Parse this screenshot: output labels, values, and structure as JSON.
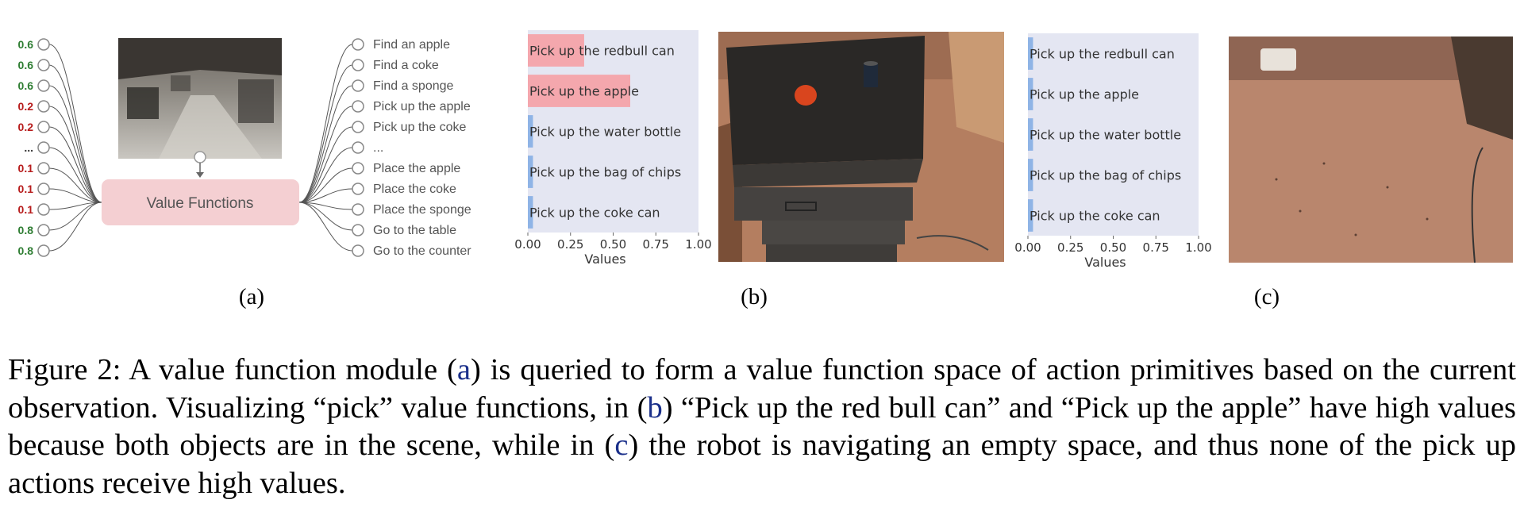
{
  "figure_a": {
    "left_values": [
      "0.6",
      "0.6",
      "0.6",
      "0.2",
      "0.2",
      "...",
      "0.1",
      "0.1",
      "0.1",
      "0.8",
      "0.8"
    ],
    "module_label": "Value Functions",
    "actions": [
      "Find an apple",
      "Find a coke",
      "Find a sponge",
      "Pick up the apple",
      "Pick up the coke",
      "...",
      "Place the apple",
      "Place the coke",
      "Place the sponge",
      "Go to the table",
      "Go to the counter"
    ],
    "colors": {
      "high": "#2e7d32",
      "low": "#b71c1c",
      "module_fill": "#f4cfd2",
      "module_text": "#555555"
    },
    "image": "cafeteria-interior-photo"
  },
  "panel_labels": {
    "a": "(a)",
    "b": "(b)",
    "c": "(c)"
  },
  "chart_data": [
    {
      "type": "bar",
      "orientation": "horizontal",
      "categories": [
        "Pick up the redbull can",
        "Pick up the apple",
        "Pick up the water bottle",
        "Pick up the bag of chips",
        "Pick up the coke can"
      ],
      "values": [
        0.33,
        0.6,
        0.03,
        0.03,
        0.03
      ],
      "bar_colors": [
        "#f4a7ad",
        "#f4a7ad",
        "#8fb4e6",
        "#8fb4e6",
        "#8fb4e6"
      ],
      "xlabel": "Values",
      "xlim": [
        0,
        1
      ],
      "xticks": [
        "0.00",
        "0.25",
        "0.50",
        "0.75",
        "1.00"
      ],
      "background": "#e4e6f2"
    },
    {
      "type": "bar",
      "orientation": "horizontal",
      "categories": [
        "Pick up the redbull can",
        "Pick up the apple",
        "Pick up the water bottle",
        "Pick up the bag of chips",
        "Pick up the coke can"
      ],
      "values": [
        0.03,
        0.03,
        0.03,
        0.03,
        0.03
      ],
      "bar_colors": [
        "#8fb4e6",
        "#8fb4e6",
        "#8fb4e6",
        "#8fb4e6",
        "#8fb4e6"
      ],
      "xlabel": "Values",
      "xlim": [
        0,
        1
      ],
      "xticks": [
        "0.00",
        "0.25",
        "0.50",
        "0.75",
        "1.00"
      ],
      "background": "#e4e6f2"
    }
  ],
  "photos": {
    "b": "robot-view-table-with-apple-and-can",
    "c": "robot-view-empty-floor"
  },
  "caption": {
    "p1": "Figure 2: A value function module (",
    "r1": "a",
    "p2": ") is queried to form a value function space of action primitives based on the current observation. Visualizing “pick” value functions, in (",
    "r2": "b",
    "p3": ") “Pick up the red bull can” and “Pick up the apple” have high values because both objects are in the scene, while in (",
    "r3": "c",
    "p4": ") the robot is navigating an empty space, and thus none of the pick up actions receive high values."
  }
}
